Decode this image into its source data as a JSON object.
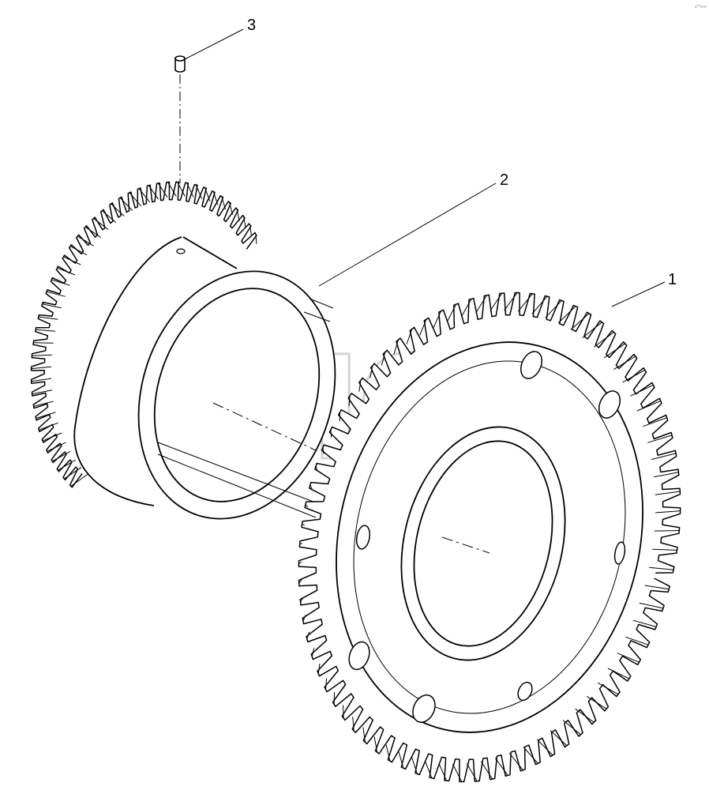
{
  "callouts": [
    {
      "id": "1",
      "label": "1"
    },
    {
      "id": "2",
      "label": "2"
    },
    {
      "id": "3",
      "label": "3"
    }
  ],
  "watermark": {
    "text": "элер",
    "mark": "TM"
  },
  "corner_text": "ᵃ‾ᵐᵐ",
  "colors": {
    "line": "#000000",
    "watermark": "#d4d4d4",
    "background": "#ffffff"
  }
}
